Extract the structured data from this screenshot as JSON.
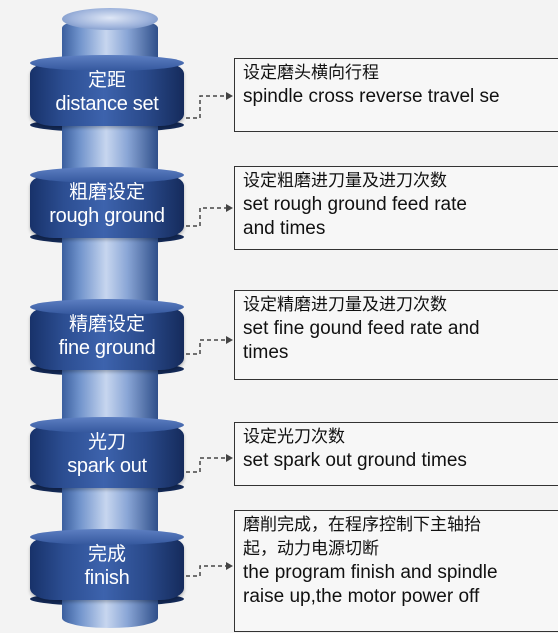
{
  "stages": [
    {
      "zh": "定距",
      "en": "distance set",
      "desc_zh": "设定磨头横向行程",
      "desc_en": [
        "spindle cross reverse travel se"
      ]
    },
    {
      "zh": "粗磨设定",
      "en": "rough ground",
      "desc_zh": "设定粗磨进刀量及进刀次数",
      "desc_en": [
        "set rough ground feed rate",
        "and times"
      ]
    },
    {
      "zh": "精磨设定",
      "en": "fine ground",
      "desc_zh": "设定精磨进刀量及进刀次数",
      "desc_en": [
        "set fine gound feed rate and",
        "times"
      ]
    },
    {
      "zh": "光刀",
      "en": "spark out",
      "desc_zh": "设定光刀次数",
      "desc_en": [
        "set spark out ground times"
      ]
    },
    {
      "zh": "完成",
      "en": "finish",
      "desc_zh": [
        "磨削完成，在程序控制下主轴抬",
        "起，动力电源切断"
      ],
      "desc_en": [
        "the program finish and spindle",
        "raise up,the motor power off"
      ]
    }
  ],
  "colors": {
    "stage": "#2c4e92",
    "shaft": "#8aa6d6",
    "box_border": "#333333"
  }
}
